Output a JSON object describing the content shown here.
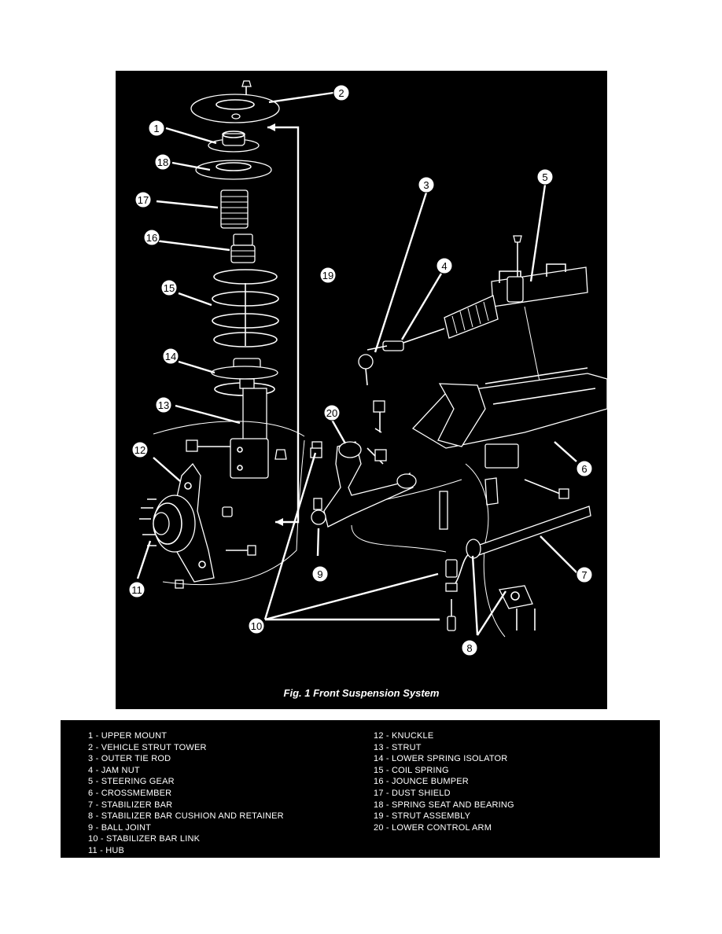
{
  "figure": {
    "caption": "Fig. 1 Front Suspension System",
    "callouts": {
      "c1": "1",
      "c2": "2",
      "c3": "3",
      "c4": "4",
      "c5": "5",
      "c6": "6",
      "c7": "7",
      "c8": "8",
      "c9": "9",
      "c10": "10",
      "c11": "11",
      "c12": "12",
      "c13": "13",
      "c14": "14",
      "c15": "15",
      "c16": "16",
      "c17": "17",
      "c18": "18",
      "c19": "19",
      "c20": "20"
    }
  },
  "legend": {
    "left": [
      "1 - UPPER MOUNT",
      "2 - VEHICLE STRUT TOWER",
      "3 - OUTER TIE ROD",
      "4 - JAM NUT",
      "5 - STEERING GEAR",
      "6 - CROSSMEMBER",
      "7 - STABILIZER BAR",
      "8 - STABILIZER BAR CUSHION AND RETAINER",
      "9 - BALL JOINT",
      "10 - STABILIZER BAR LINK",
      "11 - HUB"
    ],
    "right": [
      "12 - KNUCKLE",
      "13 - STRUT",
      "14 - LOWER SPRING ISOLATOR",
      "15 - COIL SPRING",
      "16 - JOUNCE BUMPER",
      "17 - DUST SHIELD",
      "18 - SPRING SEAT AND BEARING",
      "19 - STRUT ASSEMBLY",
      "20 - LOWER CONTROL ARM"
    ]
  }
}
